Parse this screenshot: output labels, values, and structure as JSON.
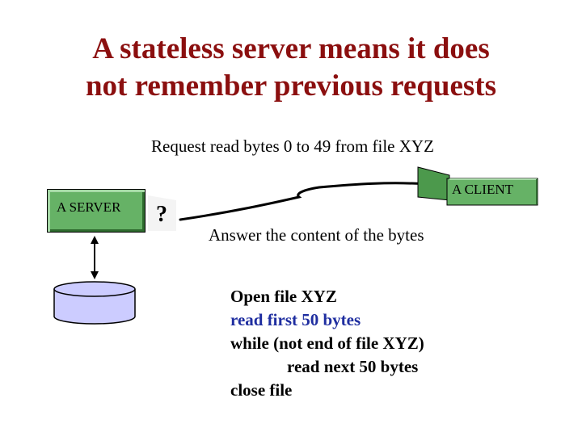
{
  "title": {
    "line1": "A stateless server means it does",
    "line2": "not remember previous requests"
  },
  "colors": {
    "title": "#8b0f0f",
    "server_box": "#66b266",
    "client_box": "#66b266",
    "database": "#ccccff",
    "highlight_text": "#1f2ea0"
  },
  "server": {
    "label": "A SERVER"
  },
  "client": {
    "label": "A CLIENT"
  },
  "question_mark": "?",
  "request": {
    "label": "Request read bytes 0 to 49 from file XYZ"
  },
  "answer": {
    "label": "Answer the content of the bytes"
  },
  "code": {
    "line1": "Open file XYZ",
    "line2": "read first 50 bytes",
    "line3": "while (not end of file XYZ)",
    "line4": "read next 50 bytes",
    "line5": "close file"
  },
  "icons": [
    "database-icon",
    "double-arrow-icon",
    "connection-line"
  ]
}
